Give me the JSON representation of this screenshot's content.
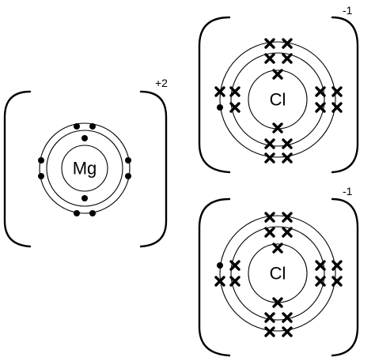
{
  "ions": [
    {
      "symbol": "Mg",
      "charge": "+2",
      "outer_shell": {
        "dots": 8,
        "crosses": 0
      },
      "inner_shell": {
        "dots": 2,
        "crosses": 0
      }
    },
    {
      "symbol": "Cl",
      "charge": "-1",
      "outer_shell": {
        "dots": 1,
        "crosses": 7,
        "inner_pairs_crosses": 8
      },
      "inner_shell": {
        "dots": 0,
        "crosses": 2
      }
    },
    {
      "symbol": "Cl",
      "charge": "-1",
      "outer_shell": {
        "dots": 1,
        "crosses": 7,
        "inner_pairs_crosses": 8
      },
      "inner_shell": {
        "dots": 0,
        "crosses": 2
      }
    }
  ],
  "symbols": {
    "dot": "electron-dot",
    "cross": "electron-cross"
  }
}
